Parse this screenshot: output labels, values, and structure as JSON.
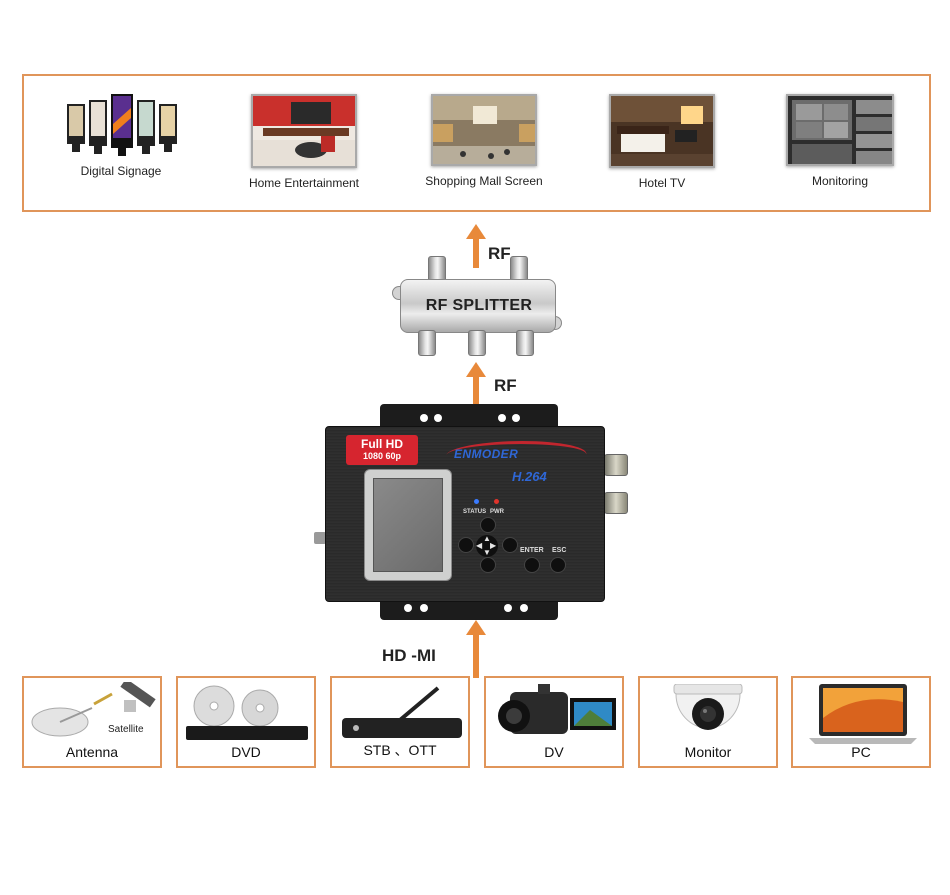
{
  "outputs": [
    {
      "label": "Digital Signage",
      "icon": "digital-signage-picture"
    },
    {
      "label": "Home Entertainment",
      "icon": "home-entertainment-picture"
    },
    {
      "label": "Shopping Mall Screen",
      "icon": "shopping-mall-picture"
    },
    {
      "label": "Hotel TV",
      "icon": "hotel-room-picture"
    },
    {
      "label": "Monitoring",
      "icon": "cctv-monitoring-picture"
    }
  ],
  "flow": {
    "top_arrow_label": "RF",
    "middle_arrow_label": "RF",
    "bottom_arrow_label": "HD -MI"
  },
  "splitter": {
    "label": "RF SPLITTER"
  },
  "encoder": {
    "badge_line1": "Full HD",
    "badge_line2": "1080 60p",
    "brand": "ENMODER",
    "codec": "H.264",
    "status_label": "STATUS",
    "power_label": "PWR",
    "enter_label": "ENTER",
    "esc_label": "ESC"
  },
  "sources": [
    {
      "label": "Antenna",
      "sublabel": "Satellite",
      "icon": "satellite-antenna-picture"
    },
    {
      "label": "DVD",
      "icon": "dvd-player-picture"
    },
    {
      "label": "STB 、OTT",
      "icon": "set-top-box-picture"
    },
    {
      "label": "DV",
      "icon": "camcorder-picture"
    },
    {
      "label": "Monitor",
      "icon": "security-camera-picture"
    },
    {
      "label": "PC",
      "icon": "laptop-picture"
    }
  ],
  "colors": {
    "border": "#e0955a",
    "arrow": "#e8893a",
    "badge": "#d6252f",
    "brand": "#2f67d6"
  }
}
